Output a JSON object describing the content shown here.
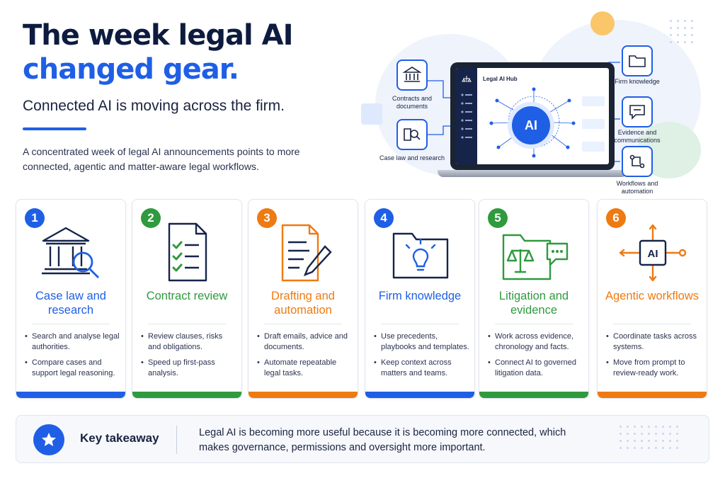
{
  "header": {
    "title_line1": "The week legal AI",
    "title_line2": "changed gear.",
    "subtitle": "Connected AI is moving across the firm.",
    "intro": "A concentrated week of legal AI announcements points to more connected, agentic and matter-aware legal workflows."
  },
  "hero": {
    "screen_title": "Legal AI Hub",
    "core_label": "AI",
    "nodes": [
      {
        "label": "Contracts and documents",
        "icon": "bank-building-icon"
      },
      {
        "label": "Case law and research",
        "icon": "book-magnifier-icon"
      },
      {
        "label": "Firm knowledge",
        "icon": "folder-icon"
      },
      {
        "label": "Evidence and communications",
        "icon": "chat-bubble-icon"
      },
      {
        "label": "Workflows and automation",
        "icon": "workflow-icon"
      }
    ]
  },
  "cards": [
    {
      "number": "1",
      "title": "Case law and research",
      "color": "#1f5fe6",
      "icon": "courthouse-search-icon",
      "bullets": [
        "Search and analyse legal authorities.",
        "Compare cases and support legal reasoning."
      ]
    },
    {
      "number": "2",
      "title": "Contract review",
      "color": "#2f9a3e",
      "icon": "checklist-document-icon",
      "bullets": [
        "Review clauses, risks and obligations.",
        "Speed up first-pass analysis."
      ]
    },
    {
      "number": "3",
      "title": "Drafting and automation",
      "color": "#ee7a12",
      "icon": "document-pencil-icon",
      "bullets": [
        "Draft emails, advice and documents.",
        "Automate repeatable legal tasks."
      ]
    },
    {
      "number": "4",
      "title": "Firm knowledge",
      "color": "#1f5fe6",
      "icon": "folder-lightbulb-icon",
      "bullets": [
        "Use precedents, playbooks and templates.",
        "Keep context across matters and teams."
      ]
    },
    {
      "number": "5",
      "title": "Litigation and evidence",
      "color": "#2f9a3e",
      "icon": "scales-chat-icon",
      "bullets": [
        "Work across evidence, chronology and facts.",
        "Connect AI to governed litigation data."
      ]
    },
    {
      "number": "6",
      "title": "Agentic workflows",
      "color": "#ee7a12",
      "icon": "ai-chip-arrows-icon",
      "bullets": [
        "Coordinate tasks across systems.",
        "Move from prompt to review-ready work."
      ]
    }
  ],
  "takeaway": {
    "label": "Key takeaway",
    "text": "Legal AI is becoming more useful because it is becoming more connected, which makes governance, permissions and oversight more important.",
    "icon": "star-icon"
  }
}
